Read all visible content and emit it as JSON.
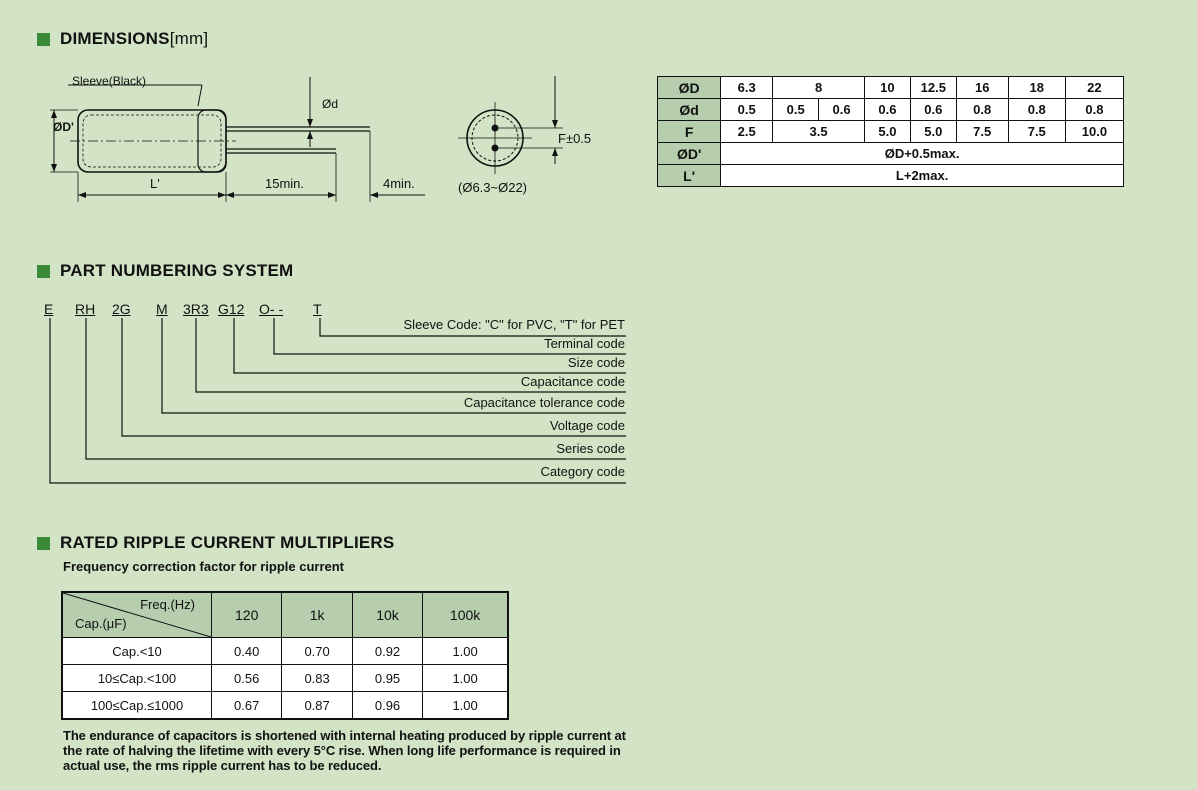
{
  "sections": {
    "dimensions_title": "DIMENSIONS",
    "dimensions_unit": "[mm]",
    "part_numbering_title": "PART NUMBERING SYSTEM",
    "ripple_title": "RATED RIPPLE CURRENT MULTIPLIERS"
  },
  "drawing": {
    "sleeve_label": "Sleeve(Black)",
    "od_label": "ØD'",
    "d_label": "Ød",
    "l_label": "L'",
    "lead_length_label": "15min.",
    "lead_end_label": "4min.",
    "f_label": "F±0.5",
    "range_label": "(Ø6.3~Ø22)"
  },
  "dim_table": {
    "row_headers": [
      "ØD",
      "Ød",
      "F",
      "ØD'",
      "L'"
    ],
    "diameters": [
      "6.3",
      "8",
      "10",
      "12.5",
      "16",
      "18",
      "22"
    ],
    "lead_dia": [
      "0.5",
      "0.5",
      "0.6",
      "0.6",
      "0.6",
      "0.8",
      "0.8",
      "0.8"
    ],
    "lead_space": [
      "2.5",
      "3.5",
      "5.0",
      "5.0",
      "7.5",
      "7.5",
      "10.0"
    ],
    "od_prime": "ØD+0.5max.",
    "l_prime": "L+2max."
  },
  "part_number": {
    "codes": [
      "E",
      "RH",
      "2G",
      "M",
      "3R3",
      "G12",
      "O- -",
      "T"
    ],
    "labels": [
      "Sleeve Code: \"C\" for PVC, \"T\" for PET",
      "Terminal code",
      "Size code",
      "Capacitance code",
      "Capacitance tolerance code",
      "Voltage code",
      "Series code",
      "Category code"
    ]
  },
  "ripple": {
    "subtitle": "Frequency correction factor for ripple current",
    "header_freq": "Freq.(Hz)",
    "header_cap": "Cap.(μF)",
    "frequencies": [
      "120",
      "1k",
      "10k",
      "100k"
    ],
    "rows": [
      {
        "cap": "Cap.<10",
        "values": [
          "0.40",
          "0.70",
          "0.92",
          "1.00"
        ]
      },
      {
        "cap": "10≤Cap.<100",
        "values": [
          "0.56",
          "0.83",
          "0.95",
          "1.00"
        ]
      },
      {
        "cap": "100≤Cap.≤1000",
        "values": [
          "0.67",
          "0.87",
          "0.96",
          "1.00"
        ]
      }
    ],
    "note": "The endurance of capacitors is shortened with internal heating produced by ripple current at the rate of halving the lifetime with every 5°C rise. When long life performance is required in actual use, the rms ripple current has to be reduced."
  },
  "colors": {
    "background": "#d3e4c6",
    "accent_square": "#3a8a3a",
    "header_cell": "#b6cdae"
  }
}
